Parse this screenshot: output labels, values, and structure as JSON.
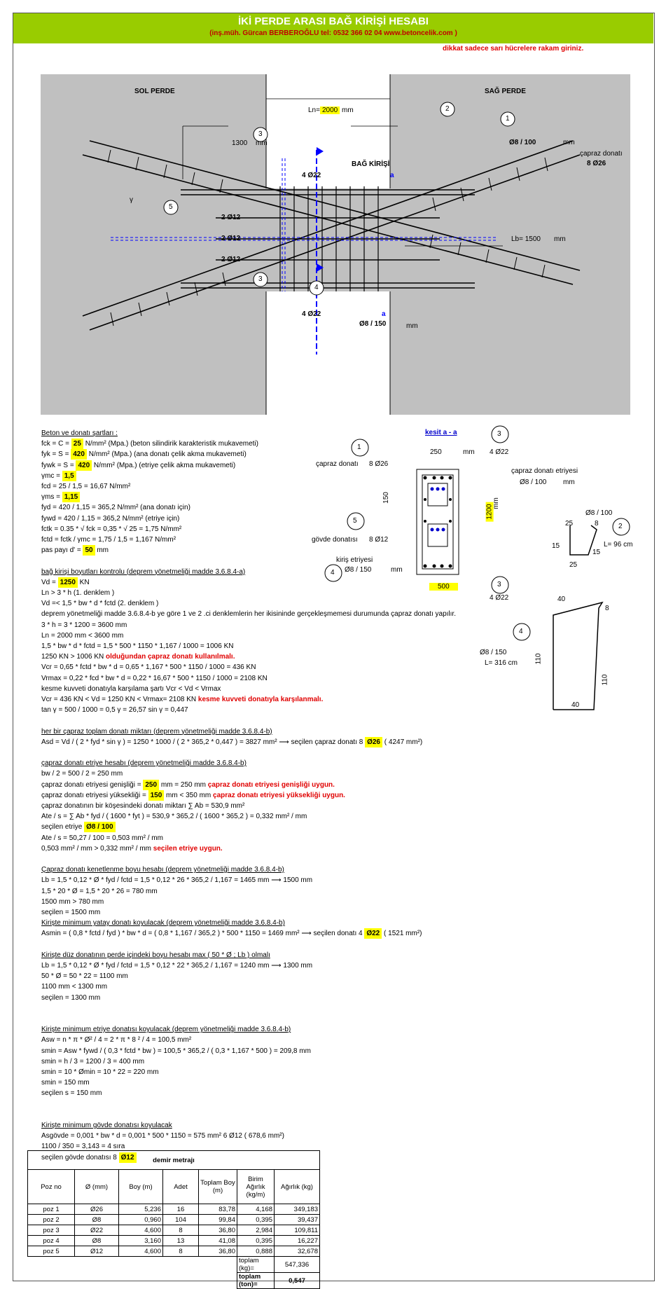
{
  "header": {
    "title": "İKİ PERDE ARASI BAĞ KİRİŞİ HESABI",
    "author": "(inş.müh. Gürcan BERBEROĞLU tel: 0532 366 02 04   www.betoncelik.com )",
    "warning": "dikkat sadece sarı hücrelere rakam giriniz."
  },
  "drawing": {
    "left_wall": "SOL PERDE",
    "right_wall": "SAĞ PERDE",
    "ln_label": "Ln=",
    "ln_value": "2000",
    "mm": "mm",
    "dim_1300": "1300",
    "beam_label": "BAĞ KİRİŞİ",
    "top_bars": "4  Ø22",
    "bottom_bars": "4  Ø22",
    "body_1": "2  Ø12",
    "body_2": "2  Ø12",
    "body_3": "2  Ø12",
    "diag_stirrup": "Ø8 / 100",
    "diag_bar_label": "çapraz donatı",
    "diag_bar": "8  Ø26",
    "lb_label": "Lb=  1500",
    "stirrup": "Ø8 / 150",
    "section_mark": "a",
    "gamma": "γ",
    "c1": "1",
    "c2": "2",
    "c3": "3",
    "c4": "4",
    "c5": "5"
  },
  "section": {
    "title": "kesit  a - a",
    "w250": "250",
    "mm": "mm",
    "top": "4  Ø22",
    "diag_label": "çapraz donatı",
    "diag": "8  Ø26",
    "diag_st_label": "çapraz donatı etriyesi",
    "diag_st": "Ø8 / 100",
    "d150": "150",
    "h1200": "1200",
    "body_label": "gövde donatısı",
    "body": "8  Ø12",
    "st_label": "kiriş etriyesi",
    "st": "Ø8 / 150",
    "w500": "500",
    "bot": "4  Ø22",
    "c1": "1",
    "c3": "3",
    "c4": "4",
    "c5": "5"
  },
  "shapes": {
    "s2_title": "Ø8 / 100",
    "s2_25a": "25",
    "s2_8": "8",
    "s2_15a": "15",
    "s2_15b": "15",
    "s2_25b": "25",
    "s2_L": "L=     96     cm",
    "s4_40a": "40",
    "s4_8": "8",
    "s4_110a": "110",
    "s4_110b": "110",
    "s4_40b": "40",
    "s4_title": "Ø8 / 150",
    "s4_L": "L=    316    cm",
    "c2": "2",
    "c4": "4"
  },
  "calc": [
    {
      "t": "Beton ve donatı şartları :",
      "u": true
    },
    {
      "t": "fck = C =   ",
      "y": "25",
      "r": " N/mm² (Mpa.) (beton silindirik karakteristik mukavemeti)"
    },
    {
      "t": "fyk = S =   ",
      "y": "420",
      "r": " N/mm² (Mpa.) (ana donatı çelik akma mukavemeti)"
    },
    {
      "t": "fywk = S =  ",
      "y": "420",
      "r": " N/mm² (Mpa.) (etriye çelik akma mukavemeti)"
    },
    {
      "t": "γmc =     ",
      "y": "1,5",
      "r": ""
    },
    {
      "t": "fcd =     25   /     1,5     =   16,67  N/mm²"
    },
    {
      "t": "γms =     ",
      "y": "1,15",
      "r": ""
    },
    {
      "t": "fyd =      420     /     1,15     =   365,2  N/mm²  (ana donatı için)"
    },
    {
      "t": "fywd =   420     /     1,15     =   365,2  N/mm²  (etriye için)"
    },
    {
      "t": "fctk = 0.35 * √ fck =   0,35   * √  25   =    1,75   N/mm²"
    },
    {
      "t": "fctd = fctk / γmc =    1,75     /     1,5      =   1,167  N/mm²"
    },
    {
      "t": "pas payı  d' =    ",
      "y": "50",
      "r": "  mm"
    },
    {
      "t": ""
    },
    {
      "t": "bağ kirişi boyutları kontrolu (deprem yönetmeliği madde 3.6.8.4-a)",
      "u": true
    },
    {
      "t": "Vd =    ",
      "y": "1250",
      "r": "  KN"
    },
    {
      "t": "Ln > 3 * h                         (1. denklem )"
    },
    {
      "t": "Vd =< 1,5 * bw * d * fctd     (2. denklem )"
    },
    {
      "t": "deprem yönetmeliği madde 3.6.8.4-b ye göre 1 ve 2 .ci denklemlerin her ikisininde gerçekleşmemesi durumunda çapraz donatı yapılır."
    },
    {
      "t": "3 * h =     3    *    1200    =    3600   mm"
    },
    {
      "t": "Ln =        2000   mm   <    3600   mm"
    },
    {
      "t": "1,5 * bw * d * fctd = 1,5 *      500     *   1150    *   1,167    /     1000    =   1006   KN"
    },
    {
      "t": "   1250   KN   >    1006   KN",
      "red": "            olduğundan çapraz donatı kullanılmalı."
    },
    {
      "t": "Vcr = 0,65 * fctd * bw * d =    0,65    *    1,167    *    500    *   1150    /    1000    =     436    KN"
    },
    {
      "t": "Vrmax = 0,22 * fcd * bw * d =     0,22    *    16,67    *    500    *   1150    /    1000    =   2108   KN"
    },
    {
      "t": "kesme kuvveti donatıyla karşılama şartı    Vcr < Vd < Vrmax"
    },
    {
      "t": "Vcr =      436    KN   <   Vd =      1250   KN   <   Vrmax=  2108   KN",
      "red": "        kesme kuvveti donatıyla karşılanmalı."
    },
    {
      "t": "tan γ =    500    /     1000     =      0,5                    γ =   26,57                sin γ =   0,447"
    },
    {
      "t": ""
    },
    {
      "t": " her bir çapraz toplam donatı miktarı (deprem yönetmeliği madde 3.6.8.4-b)",
      "u": true
    },
    {
      "t": "Asd = Vd / ( 2 * fyd * sin γ ) =    1250     *    1000    /  (    2    *   365,2   *   0,447  )  =   3827   mm²                ⟶      seçilen çapraz donatı            8 ",
      "y": "Ø26",
      "r": "      (    4247   mm²)"
    },
    {
      "t": ""
    },
    {
      "t": "çapraz donatı etriye hesabı (deprem yönetmeliği madde 3.6.8.4-b)",
      "u": true
    },
    {
      "t": "bw / 2 =       500    /       2     =    250   mm"
    },
    {
      "t": "çapraz donatı etriyesi genişliği =    ",
      "y": "250",
      "r": "  mm   =     250     mm",
      "red": "        çapraz donatı etriyesi genişliği uygun."
    },
    {
      "t": "çapraz donatı etriyesi yüksekliği =   ",
      "y": "150",
      "r": "  mm   <     350     mm",
      "red": "        çapraz donatı etriyesi yüksekliği uygun."
    },
    {
      "t": "çapraz donatının bir köşesindeki donatı miktarı  ∑ Ab =   530,9   mm²"
    },
    {
      "t": "Ate / s = ∑ Ab * fyd / ( 1600 * fyt ) =      530,9     *    365,2   /  (    1600    *    365,2   )  =  0,332   mm² / mm"
    },
    {
      "t": "seçilen etriye          ",
      "y": "Ø8 / 100",
      "r": ""
    },
    {
      "t": "Ate / s =      50,27     /       100      =    0,503   mm² / mm"
    },
    {
      "t": " 0,503   mm² / mm     >      0,332   mm² / mm",
      "red": "              seçilen etriye uygun."
    },
    {
      "t": ""
    },
    {
      "t": "Çapraz donatı kenetlenme boyu hesabı (deprem yönetmeliği madde 3.6.8.4-b)",
      "u": true
    },
    {
      "t": "Lb = 1,5 * 0,12 * Ø * fyd / fctd =     1,5      *      0,12      *     26    *   365,2    /     1,167     =    1465    mm         ⟶            1500    mm"
    },
    {
      "t": "   1,5      *    20   *   Ø  =         1,5      *    20    *    26    =       780      mm"
    },
    {
      "t": "  1500    mm   >       780    mm"
    },
    {
      "t": "seçilen =       1500   mm"
    },
    {
      "t": "Kirişte minimum yatay donatı koyulacak (deprem yönetmeliği madde 3.6.8.4-b)",
      "u": true
    },
    {
      "t": "Asmin = ( 0,8 * fctd / fyd )  * bw * d = (      0,8       *    1,167     /    365,2    )  *     500      *    1150     =    1469    mm²                  ⟶      seçilen donatı      4 ",
      "y": "Ø22",
      "r": "     (    1521    mm²)"
    },
    {
      "t": ""
    },
    {
      "t": "Kirişte düz donatının perde içindeki boyu hesabı max ( 50 * Ø ; Lb ) olmalı",
      "u": true
    },
    {
      "t": "Lb = 1,5 * 0,12 * Ø * fyd / fctd =     1,5      *      0,12      *     22    *   365,2    /     1,167     =   1240   mm       ⟶          1300    mm"
    },
    {
      "t": "50 * Ø =       50     *     22     =      1100     mm"
    },
    {
      "t": " 1100     mm   <       1300    mm"
    },
    {
      "t": "seçilen =       1300   mm"
    },
    {
      "t": ""
    },
    {
      "t": ""
    },
    {
      "t": "Kirişte minimum etriye donatısı  koyulacak (deprem yönetmeliği madde 3.6.8.4-b)",
      "u": true
    },
    {
      "t": "Asw = n * π *  Ø² / 4 =     2   *  π  *     8 ²   /     4     =     100,5    mm²"
    },
    {
      "t": "smin = Asw * fywd / ( 0,3 * fctd * bw ) =    100,5    *    365,2    /  (     0,3       *    1,167     *      500     )  =   209,8   mm"
    },
    {
      "t": "smin = h / 3 =        1200     /      3      =        400      mm"
    },
    {
      "t": "smin = 10 * Ømin =    10    *     22      =        220      mm"
    },
    {
      "t": "smin = 150 mm"
    },
    {
      "t": "seçilen    s =          150     mm"
    },
    {
      "t": ""
    },
    {
      "t": ""
    },
    {
      "t": "Kirişte minimum gövde donatısı  koyulacak",
      "u": true
    },
    {
      "t": "Asgövde = 0,001 * bw * d =          0,001        *      500      *      1150     =    575    mm²               6  Ø12          (   678,6  mm²)"
    },
    {
      "t": "  1100      /       350     =     3,143     =       4  sıra"
    },
    {
      "t": "seçilen gövde donatısı            8 ",
      "y": "Ø12",
      "r": ""
    }
  ],
  "table": {
    "title": "demir metrajı",
    "headers": [
      "Poz no",
      "Ø (mm)",
      "Boy (m)",
      "Adet",
      "Toplam Boy (m)",
      "Birim Ağırlık (kg/m)",
      "Ağırlık (kg)"
    ],
    "rows": [
      [
        "poz 1",
        "Ø26",
        "5,236",
        "16",
        "83,78",
        "4,168",
        "349,183"
      ],
      [
        "poz 2",
        "Ø8",
        "0,960",
        "104",
        "99,84",
        "0,395",
        "39,437"
      ],
      [
        "poz 3",
        "Ø22",
        "4,600",
        "8",
        "36,80",
        "2,984",
        "109,811"
      ],
      [
        "poz 4",
        "Ø8",
        "3,160",
        "13",
        "41,08",
        "0,395",
        "16,227"
      ],
      [
        "poz 5",
        "Ø12",
        "4,600",
        "8",
        "36,80",
        "0,888",
        "32,678"
      ]
    ],
    "total_kg_label": "toplam (kg)=",
    "total_kg": "547,336",
    "total_ton_label": "toplam (ton)=",
    "total_ton": "0,547"
  }
}
